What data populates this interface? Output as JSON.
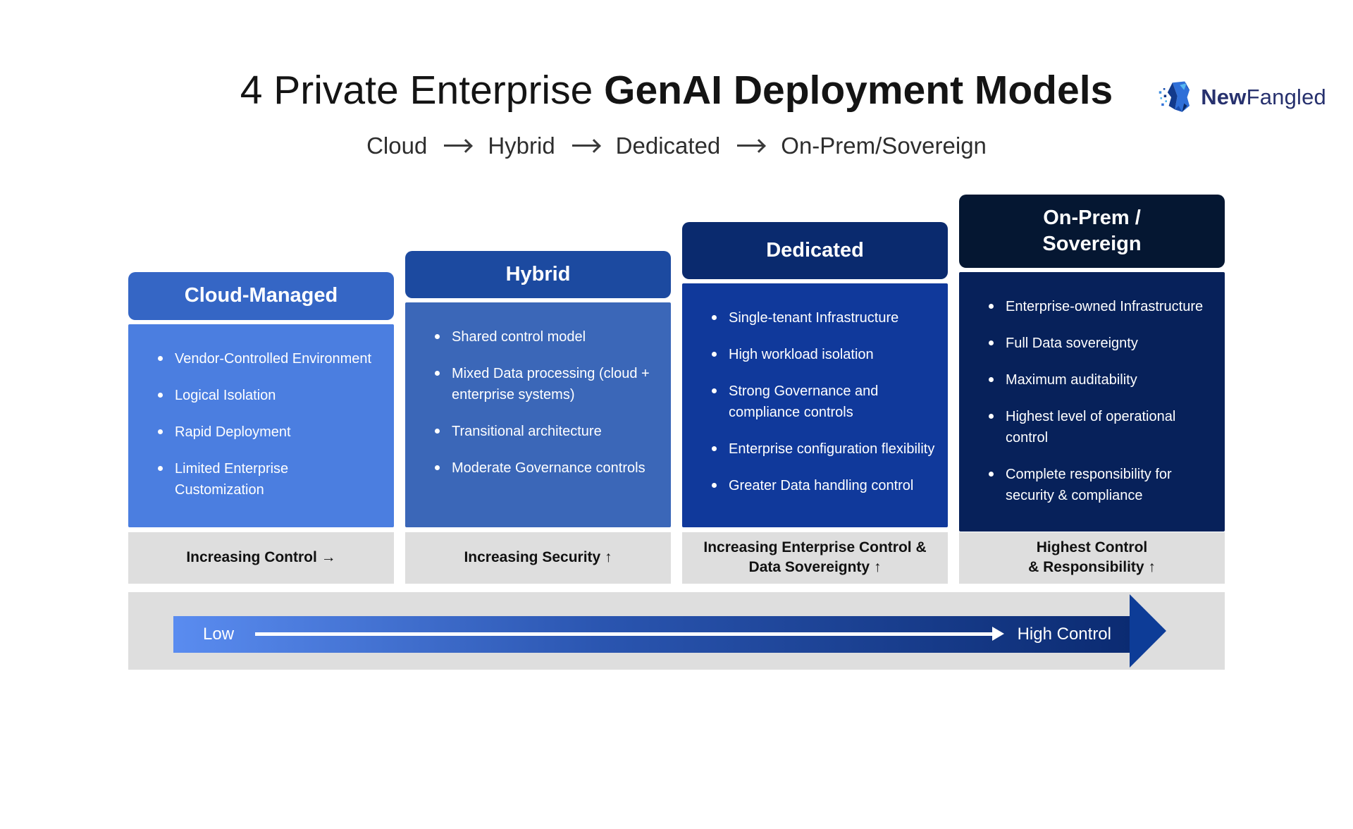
{
  "logo": {
    "brand_bold": "New",
    "brand_regular": "Fangled",
    "brand_color": "#27316e"
  },
  "title": {
    "regular": "4 Private Enterprise",
    "bold": "GenAI Deployment Models"
  },
  "flow": {
    "labels": [
      "Cloud",
      "Hybrid",
      "Dedicated",
      "On-Prem/Sovereign"
    ]
  },
  "columns": [
    {
      "header_lines": [
        "Cloud-Managed"
      ],
      "bullets": [
        "Vendor-Controlled Environment",
        "Logical Isolation",
        "Rapid Deployment",
        "Limited Enterprise Customization"
      ],
      "footer_lines": [
        "Increasing Control →"
      ],
      "colors": {
        "header": "#3566c5",
        "body": "#4b7ee0"
      }
    },
    {
      "header_lines": [
        "Hybrid"
      ],
      "bullets": [
        "Shared control model",
        "Mixed Data processing (cloud + enterprise systems)",
        "Transitional architecture",
        "Moderate Governance controls"
      ],
      "footer_lines": [
        "Increasing Security ↑"
      ],
      "colors": {
        "header": "#1c4aa0",
        "body": "#3b67b8"
      }
    },
    {
      "header_lines": [
        "Dedicated"
      ],
      "bullets": [
        "Single-tenant Infrastructure",
        "High workload isolation",
        "Strong Governance and compliance controls",
        "Enterprise configuration flexibility",
        "Greater Data handling control"
      ],
      "footer_lines": [
        "Increasing Enterprise Control &",
        "Data Sovereignty ↑"
      ],
      "colors": {
        "header": "#0a2a6e",
        "body": "#10399b"
      }
    },
    {
      "header_lines": [
        "On-Prem /",
        "Sovereign"
      ],
      "bullets": [
        "Enterprise-owned Infrastructure",
        "Full Data sovereignty",
        "Maximum auditability",
        "Highest level of operational control",
        "Complete responsibility for security & compliance"
      ],
      "footer_lines": [
        "Highest Control",
        "& Responsibility ↑"
      ],
      "colors": {
        "header": "#051732",
        "body": "#07215a"
      }
    }
  ],
  "footer_bg": "#dedede",
  "control_band": {
    "bg": "#dedede",
    "low_label": "Low",
    "high_label": "High Control",
    "gradient_start": "#5a8cf0",
    "gradient_mid": "#2a55b0",
    "gradient_end": "#0b2b72",
    "arrowhead_color": "#0d3c97"
  }
}
